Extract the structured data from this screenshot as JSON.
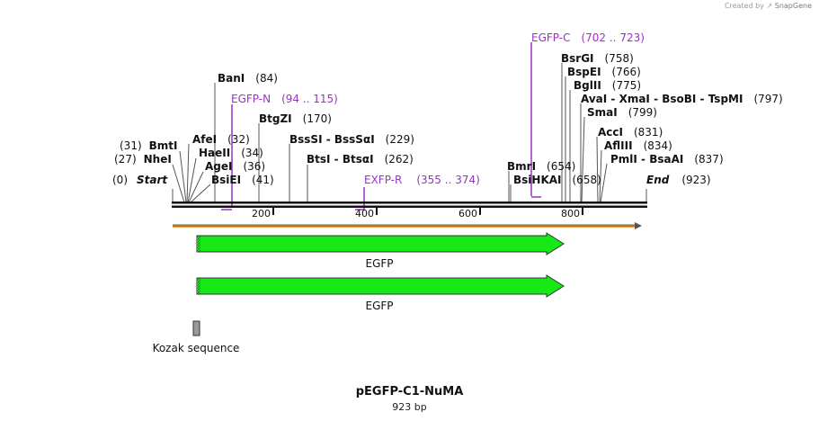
{
  "credit": {
    "prefix": "Created by",
    "brand": "SnapGene"
  },
  "map": {
    "title": "pEGFP-C1-NuMA",
    "length": "923 bp"
  },
  "colors": {
    "primer": "#9b30c8",
    "feature": "#16e916",
    "orf": "#f0a43a",
    "misc": "#9a9a9a"
  },
  "enzymes": [
    {
      "name": "Start",
      "pos": "(0)",
      "italic": true
    },
    {
      "name": "NheI",
      "pos": "(27)"
    },
    {
      "name": "BmtI",
      "pos": "(31)"
    },
    {
      "name": "AfeI",
      "pos": "(32)"
    },
    {
      "name": "HaeII",
      "pos": "(34)"
    },
    {
      "name": "AgeI",
      "pos": "(36)"
    },
    {
      "name": "BsiEI",
      "pos": "(41)"
    },
    {
      "name": "BanI",
      "pos": "(84)"
    },
    {
      "name": "BtgZI",
      "pos": "(170)"
    },
    {
      "name": "BssSI  -  BssSαI",
      "pos": "(229)"
    },
    {
      "name": "BtsI  -  BtsαI",
      "pos": "(262)"
    },
    {
      "name": "BmrI",
      "pos": "(654)"
    },
    {
      "name": "BsiHKAI",
      "pos": "(658)"
    },
    {
      "name": "BsrGI",
      "pos": "(758)"
    },
    {
      "name": "BspEI",
      "pos": "(766)"
    },
    {
      "name": "BglII",
      "pos": "(775)"
    },
    {
      "name": "AvaI  -  XmaI  -  BsoBI  -  TspMI",
      "pos": "(797)"
    },
    {
      "name": "SmaI",
      "pos": "(799)"
    },
    {
      "name": "AccI",
      "pos": "(831)"
    },
    {
      "name": "AflIII",
      "pos": "(834)"
    },
    {
      "name": "PmlI  -  BsaAI",
      "pos": "(837)"
    },
    {
      "name": "End",
      "pos": "(923)",
      "italic": true
    }
  ],
  "primers": [
    {
      "name": "EGFP-N",
      "range": "(94 .. 115)"
    },
    {
      "name": "EXFP-R",
      "range": "(355 .. 374)"
    },
    {
      "name": "EGFP-C",
      "range": "(702 .. 723)"
    }
  ],
  "ticks": [
    "200",
    "400",
    "600",
    "800"
  ],
  "features": [
    {
      "name": "EGFP"
    },
    {
      "name": "EGFP"
    },
    {
      "name": "Kozak sequence"
    }
  ]
}
